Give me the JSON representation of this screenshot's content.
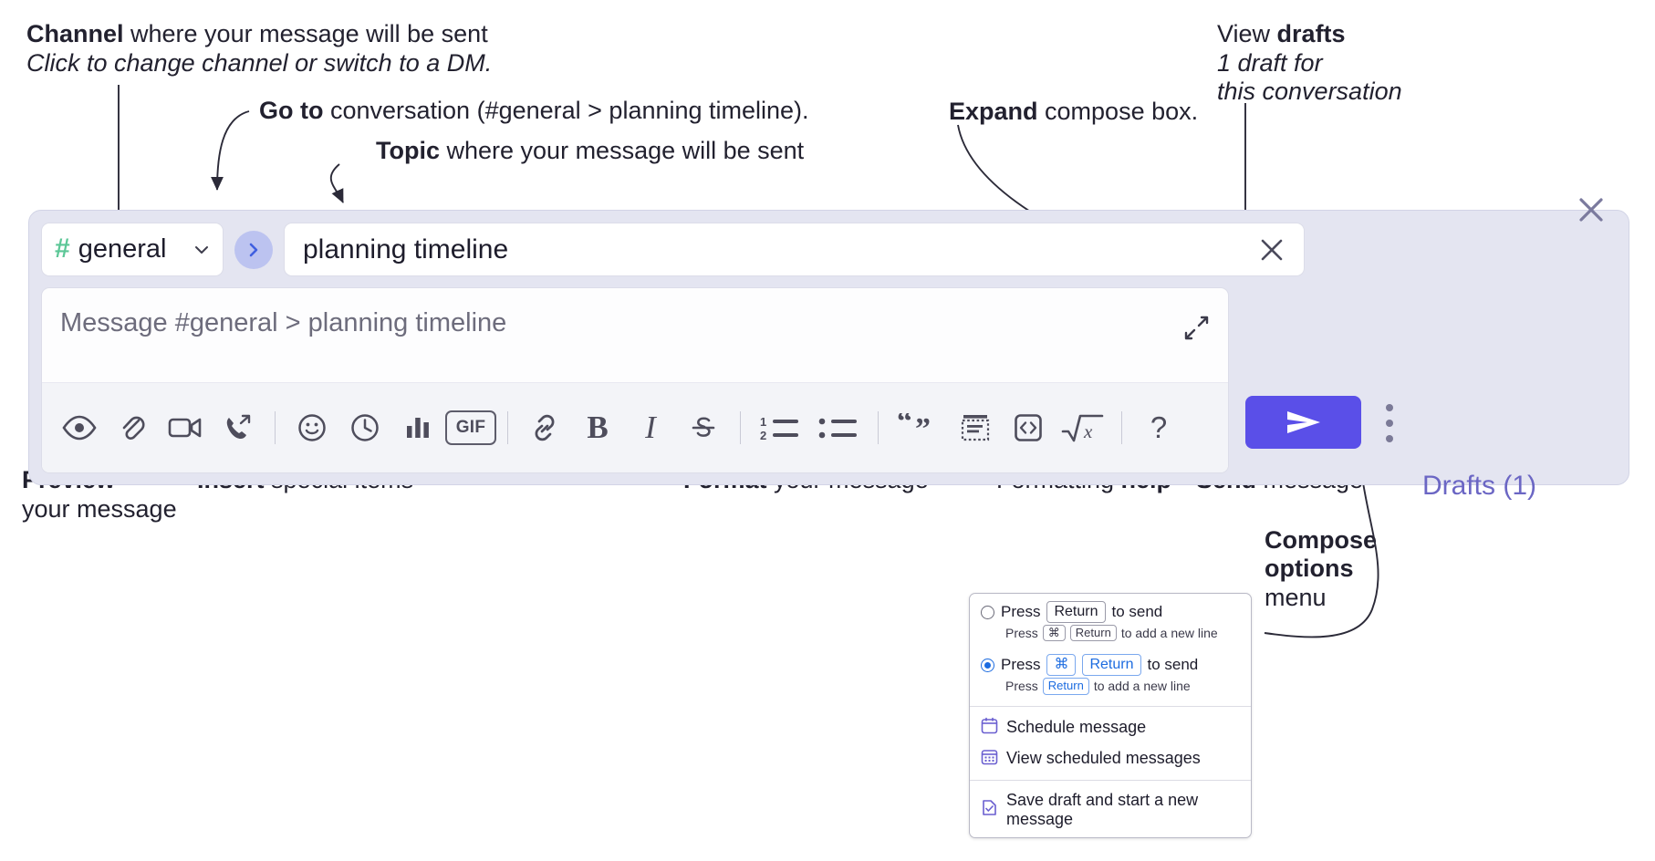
{
  "annotations": {
    "channel": {
      "bold": "Channel",
      "rest": " where your message will be sent",
      "sub": "Click to change channel or switch to a DM."
    },
    "goto": {
      "bold": "Go to",
      "rest": " conversation (#general > planning timeline)."
    },
    "topic": {
      "bold": "Topic",
      "rest": " where your message will be sent"
    },
    "expand": {
      "bold": "Expand",
      "rest": " compose box."
    },
    "drafts": {
      "pre": "View ",
      "bold": "drafts",
      "sub1": "1 draft for",
      "sub2": "this conversation"
    },
    "preview": {
      "bold": "Preview",
      "sub": "your message"
    },
    "insert": {
      "bold": "Insert",
      "rest": " special items"
    },
    "format": {
      "bold": "Format",
      "rest": " your message"
    },
    "help": {
      "pre": "Formatting ",
      "bold": "help"
    },
    "send": {
      "bold": "Send",
      "rest": " message"
    },
    "compose_options": {
      "bold1": "Compose",
      "bold2": "options",
      "rest": "menu"
    }
  },
  "compose": {
    "channel_name": "general",
    "channel_hash": "#",
    "topic_value": "planning timeline",
    "message_placeholder": "Message #general > planning timeline",
    "drafts_label": "Drafts (1)",
    "send_label": "send-arrow",
    "toolbar": [
      {
        "name": "preview-icon",
        "label": "Preview"
      },
      {
        "name": "attachment-icon",
        "label": "Attach file"
      },
      {
        "name": "video-icon",
        "label": "Record video clip"
      },
      {
        "name": "audio-call-icon",
        "label": "Record audio clip"
      },
      {
        "name": "divider",
        "label": ""
      },
      {
        "name": "emoji-icon",
        "label": "Emoji"
      },
      {
        "name": "schedule-clock-icon",
        "label": "Schedule"
      },
      {
        "name": "poll-icon",
        "label": "Poll"
      },
      {
        "name": "gif-icon",
        "label": "GIF"
      },
      {
        "name": "divider",
        "label": ""
      },
      {
        "name": "link-icon",
        "label": "Link"
      },
      {
        "name": "bold-icon",
        "label": "B"
      },
      {
        "name": "italic-icon",
        "label": "I"
      },
      {
        "name": "strikethrough-icon",
        "label": "Strikethrough"
      },
      {
        "name": "divider",
        "label": ""
      },
      {
        "name": "ordered-list-icon",
        "label": "Ordered list"
      },
      {
        "name": "bulleted-list-icon",
        "label": "Bulleted list"
      },
      {
        "name": "divider",
        "label": ""
      },
      {
        "name": "blockquote-icon",
        "label": "Blockquote"
      },
      {
        "name": "code-block-icon",
        "label": "Code block"
      },
      {
        "name": "inline-code-icon",
        "label": "Code"
      },
      {
        "name": "math-icon",
        "label": "Math"
      },
      {
        "name": "divider",
        "label": ""
      },
      {
        "name": "help-icon",
        "label": "?"
      }
    ]
  },
  "menu": {
    "options": [
      {
        "selected": false,
        "main_pre": "Press",
        "main_keys": [
          "Return"
        ],
        "main_post": "to send",
        "sub_pre": "Press",
        "sub_keys": [
          "⌘",
          "Return"
        ],
        "sub_post": "to add a new line"
      },
      {
        "selected": true,
        "main_pre": "Press",
        "main_keys": [
          "⌘",
          "Return"
        ],
        "main_post": "to send",
        "sub_pre": "Press",
        "sub_keys": [
          "Return"
        ],
        "sub_post": "to add a new line"
      }
    ],
    "items": [
      {
        "icon": "calendar-icon",
        "label": "Schedule message"
      },
      {
        "icon": "calendar-grid-icon",
        "label": "View scheduled messages"
      },
      {
        "icon": "save-draft-icon",
        "label": "Save draft and start a new message"
      }
    ]
  },
  "colors": {
    "accent_purple": "#5a4fe8",
    "panel_bg": "#e4e5f1",
    "hash_green": "#5cc797",
    "drafts_text": "#6b66c4",
    "radio_blue": "#1d6ce0"
  }
}
